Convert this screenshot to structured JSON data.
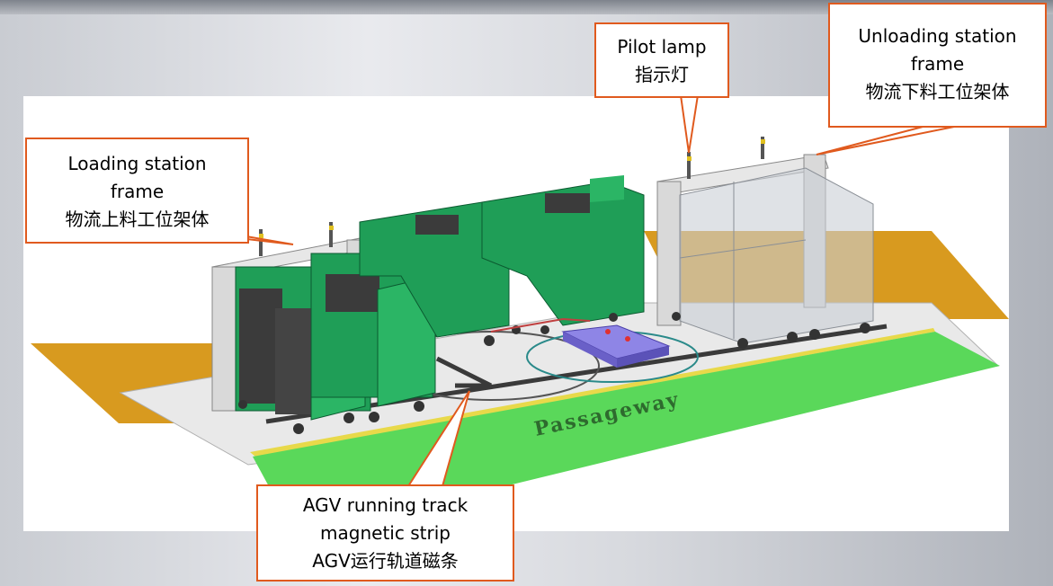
{
  "labels": {
    "loading": {
      "en_line1": "Loading station",
      "en_line2": "frame",
      "cn": "物流上料工位架体"
    },
    "pilot": {
      "en": "Pilot lamp",
      "cn": "指示灯"
    },
    "unloading": {
      "en_line1": "Unloading station",
      "en_line2": "frame",
      "cn": "物流下料工位架体"
    },
    "agv": {
      "en_line1": "AGV running track",
      "en_line2": "magnetic strip",
      "cn": "AGV运行轨道磁条"
    }
  },
  "floor": {
    "passageway": "Passageway"
  },
  "colors": {
    "callout_border": "#e05a1e",
    "cart_green": "#1f9e57",
    "passageway_green": "#5ad85a",
    "floor_orange": "#d89a1f",
    "floor_gray": "#e9e9e9",
    "agv_purple": "#8e85e6"
  }
}
